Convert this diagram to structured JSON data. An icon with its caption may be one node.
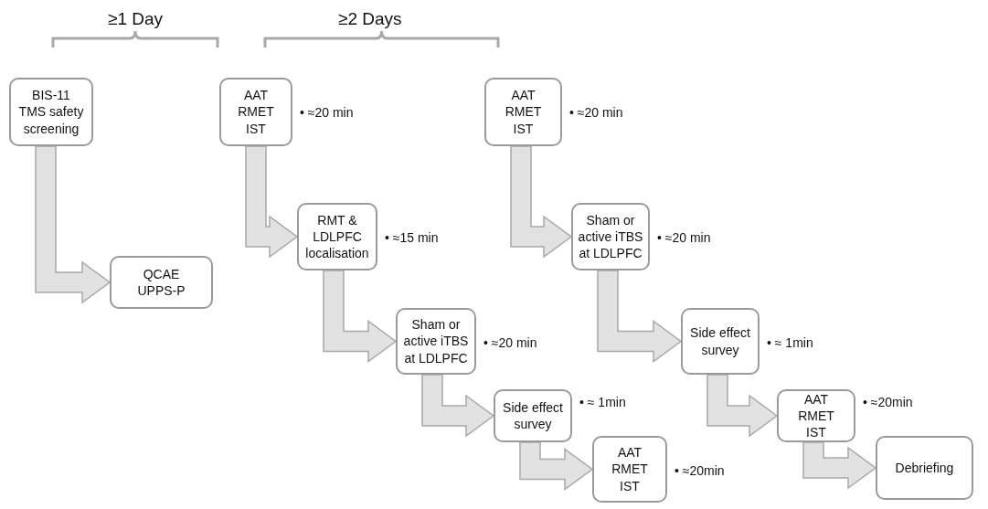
{
  "diagram": {
    "nodes": [
      {
        "text": [
          "BIS-11",
          "TMS safety screening"
        ]
      },
      {
        "text": [
          "QCAE",
          "UPPS-P"
        ]
      },
      {
        "text": [
          "AAT",
          "RMET",
          "IST"
        ],
        "beside": [
          "• ≈20 min"
        ]
      },
      {
        "text": [
          "RMT &",
          "LDLPFC localisation"
        ],
        "beside": [
          "• ≈15 min"
        ]
      },
      {
        "text": [
          "Sham or active iTBS at LDLPFC"
        ],
        "beside": [
          "• ≈20 min"
        ]
      },
      {
        "text": [
          "Side effect survey"
        ],
        "beside": [
          "• ≈ 1min"
        ]
      },
      {
        "text": [
          "AAT",
          "RMET",
          "IST"
        ],
        "beside": [
          "• ≈20min"
        ]
      },
      {
        "text": [
          "AAT",
          "RMET",
          "IST"
        ],
        "beside": [
          "• ≈20 min"
        ]
      },
      {
        "text": [
          "Sham or active iTBS at LDLPFC"
        ],
        "beside": [
          "• ≈20 min"
        ]
      },
      {
        "text": [
          "Side effect survey"
        ],
        "beside": [
          "• ≈ 1min"
        ]
      },
      {
        "text": [
          "AAT",
          "RMET",
          "IST"
        ],
        "beside": [
          "• ≈20min"
        ]
      },
      {
        "text": [
          "Debriefing"
        ]
      }
    ],
    "edges": [
      {
        "from": 0,
        "to": 1,
        "arrow": "to"
      },
      {
        "from": 2,
        "to": 3,
        "arrow": "to"
      },
      {
        "from": 3,
        "to": 4,
        "arrow": "to"
      },
      {
        "from": 4,
        "to": 5,
        "arrow": "to"
      },
      {
        "from": 5,
        "to": 6,
        "arrow": "to"
      },
      {
        "from": 7,
        "to": 8,
        "arrow": "to"
      },
      {
        "from": 8,
        "to": 9,
        "arrow": "to"
      },
      {
        "from": 9,
        "to": 10,
        "arrow": "to"
      },
      {
        "from": 10,
        "to": 11,
        "arrow": "to"
      }
    ],
    "labels": [
      "≥1 Day",
      "≥2 Days"
    ]
  }
}
